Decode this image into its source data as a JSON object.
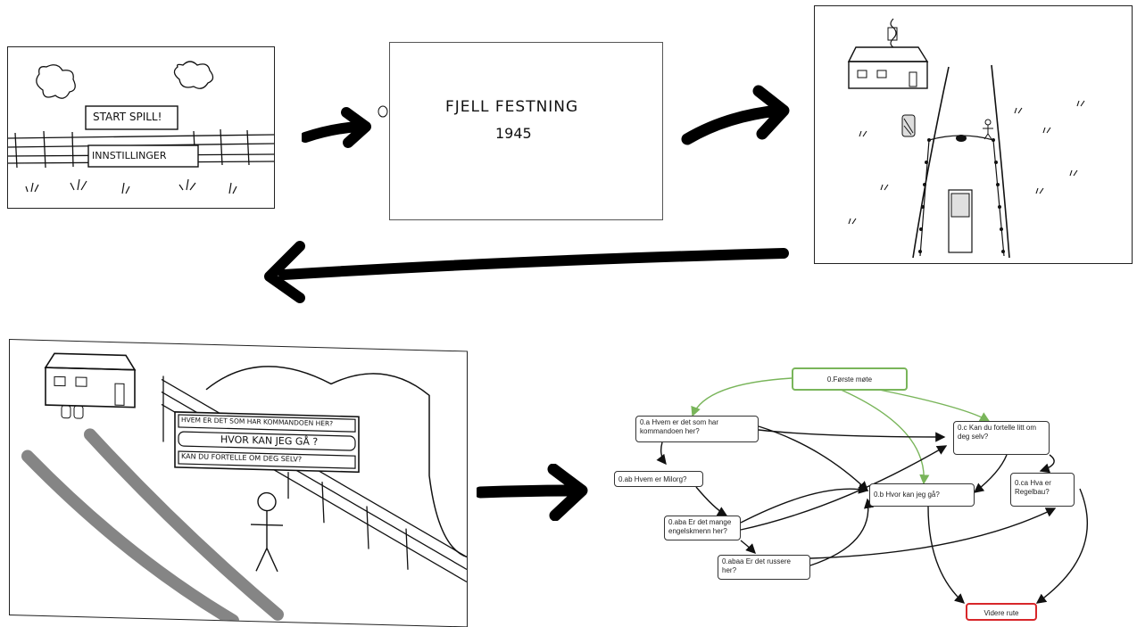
{
  "panel1": {
    "button_start": "START SPILL!",
    "button_settings": "INNSTILLINGER"
  },
  "panel2": {
    "title_line1": "FJELL FESTNING",
    "title_line2": "1945"
  },
  "panel4": {
    "option1": "HVEM ER DET SOM HAR KOMMANDOEN HER?",
    "option2": "HVOR KAN JEG GÅ ?",
    "option3": "KAN DU FORTELLE OM DEG SELV?"
  },
  "flow": {
    "start": "0.Første møte",
    "a": "0.a Hvem er det som har kommandoen her?",
    "ab": "0.ab Hvem er Milorg?",
    "aba": "0.aba Er det mange engelskmenn her?",
    "abaa": "0.abaa Er det russere her?",
    "b": "0.b Hvor kan jeg gå?",
    "c": "0.c Kan du fortelle litt om deg selv?",
    "ca": "0.ca Hva er Regelbau?",
    "end": "Videre rute"
  },
  "colors": {
    "start_border": "#79b55a",
    "end_border": "#d8262a",
    "arrow": "#000000"
  }
}
